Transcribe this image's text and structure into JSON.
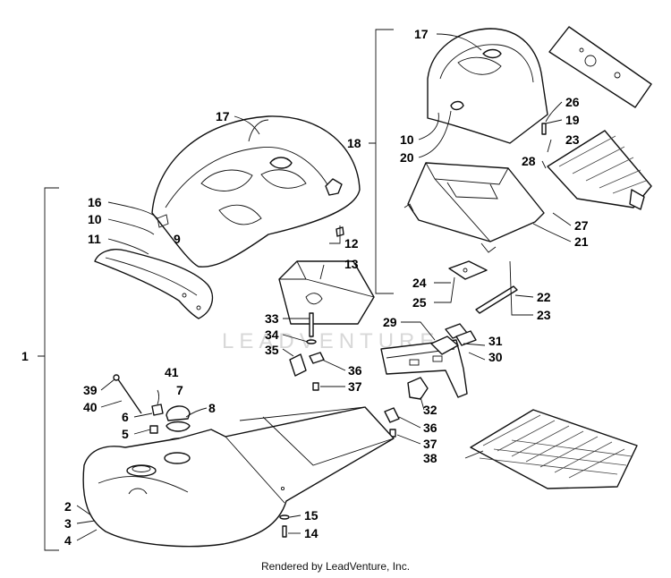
{
  "footer": "Rendered by LeadVenture, Inc.",
  "watermark": "LEADVENTURE",
  "callouts": {
    "c1": "1",
    "c2": "2",
    "c3": "3",
    "c4": "4",
    "c5": "5",
    "c6": "6",
    "c7": "7",
    "c8": "8",
    "c9": "9",
    "c10a": "10",
    "c10b": "10",
    "c11": "11",
    "c12": "12",
    "c13": "13",
    "c14": "14",
    "c15": "15",
    "c16": "16",
    "c17a": "17",
    "c17b": "17",
    "c18": "18",
    "c19": "19",
    "c20": "20",
    "c21": "21",
    "c22": "22",
    "c23a": "23",
    "c23b": "23",
    "c24": "24",
    "c25": "25",
    "c26": "26",
    "c27": "27",
    "c28": "28",
    "c29": "29",
    "c30": "30",
    "c31": "31",
    "c32": "32",
    "c33": "33",
    "c34": "34",
    "c35": "35",
    "c36a": "36",
    "c36b": "36",
    "c37a": "37",
    "c37b": "37",
    "c38": "38",
    "c39": "39",
    "c40": "40",
    "c41": "41"
  }
}
